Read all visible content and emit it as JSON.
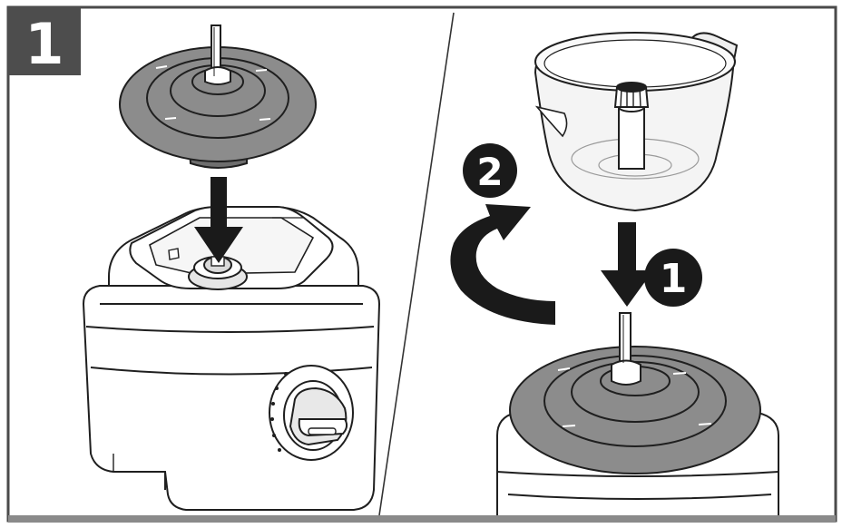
{
  "step": {
    "number": "1"
  },
  "left_panel": {
    "label": "",
    "parts": [
      "drive-adapter-disc",
      "down-arrow",
      "motor-base",
      "control-knob"
    ]
  },
  "right_panel": {
    "callouts": [
      {
        "number": "1",
        "meaning": ""
      },
      {
        "number": "2",
        "meaning": ""
      }
    ],
    "parts": [
      "citrus-bowl",
      "down-arrow",
      "rotate-arrow",
      "drive-adapter-disc",
      "motor-base"
    ]
  },
  "colors": {
    "frame": "#4a4a4a",
    "badge": "#4d4d4d",
    "badge_text": "#ffffff",
    "disc": "#8c8c8c",
    "disc_dark": "#6e6e6e",
    "callout": "#1a1a1a",
    "callout_text": "#ffffff",
    "base_fill": "#ffffff",
    "line": "#1f1f1f",
    "bowl": "#f2f2f2"
  }
}
